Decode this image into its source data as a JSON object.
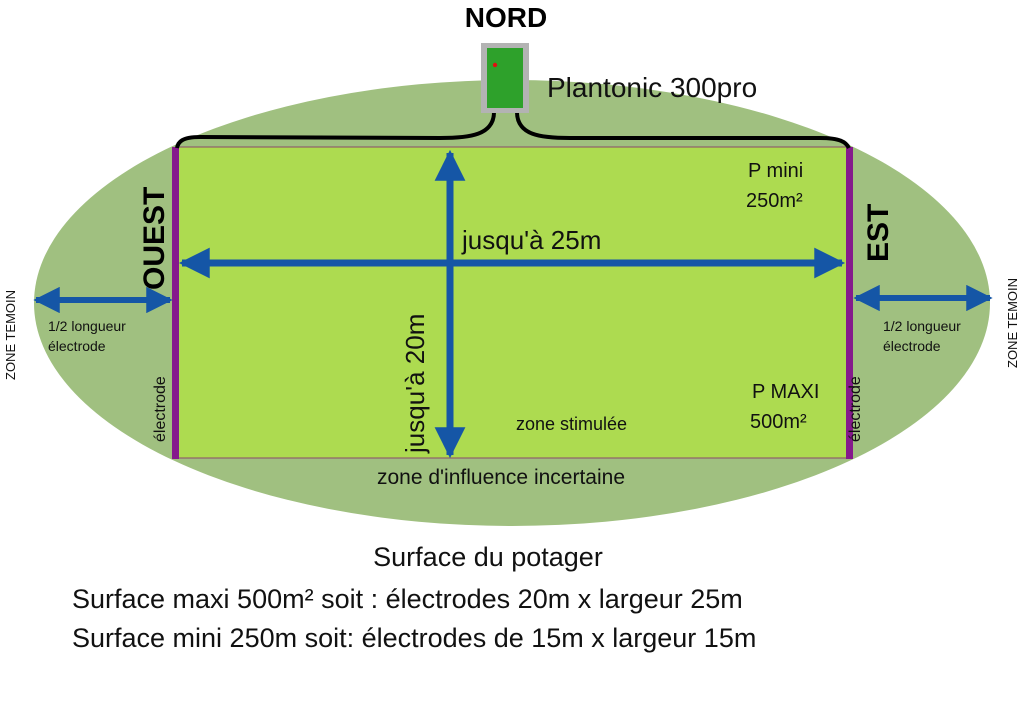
{
  "colors": {
    "outer_zone": "#a0c080",
    "garden_area": "#addb50",
    "electrode": "#851a8c",
    "arrow": "#1556a6",
    "cable": "#000000",
    "device_frame": "#b3b3b3",
    "device_body": "#2ea12b",
    "device_led": "#e01010"
  },
  "compass": {
    "north": "NORD",
    "west": "OUEST",
    "east": "EST"
  },
  "device": {
    "label": "Plantonic 300pro"
  },
  "zones": {
    "control_left": "ZONE TEMOIN",
    "control_right": "ZONE TEMOIN",
    "stimulated": "zone stimulée",
    "uncertain": "zone d'influence incertaine"
  },
  "electrodes": {
    "left_label": "électrode",
    "right_label": "électrode",
    "half_length_left": [
      "1/2 longueur",
      "électrode"
    ],
    "half_length_right": [
      "1/2 longueur",
      "électrode"
    ]
  },
  "dimensions": {
    "width_label": "jusqu'à 25m",
    "length_label": "jusqu'à 20m"
  },
  "power": {
    "mini": {
      "label": "P mini",
      "area": "250m²"
    },
    "maxi": {
      "label": "P MAXI",
      "area": "500m²"
    }
  },
  "caption": {
    "title": "Surface du potager",
    "line_maxi": "Surface maxi 500m² soit :  électrodes 20m x largeur 25m",
    "line_mini": "Surface mini 250m soit: électrodes de 15m x largeur 15m"
  }
}
